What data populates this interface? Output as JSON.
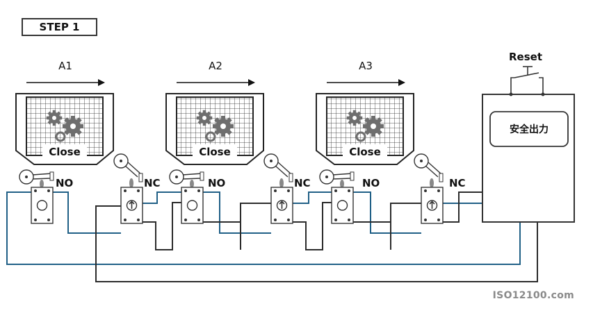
{
  "step_label": "STEP 1",
  "doors": [
    {
      "arrow_label": "A1",
      "door_label": "Close"
    },
    {
      "arrow_label": "A2",
      "door_label": "Close"
    },
    {
      "arrow_label": "A3",
      "door_label": "Close"
    }
  ],
  "switches": [
    {
      "type": "NO"
    },
    {
      "type": "NC"
    },
    {
      "type": "NO"
    },
    {
      "type": "NC"
    },
    {
      "type": "NO"
    },
    {
      "type": "NC"
    }
  ],
  "reset_label": "Reset",
  "safety_output_label": "安全出力",
  "watermark": "ISO12100.com",
  "colors": {
    "blue_wire": "#1f5f86",
    "dark_wire": "#2b2b2b",
    "gear": "#6e6e6e"
  }
}
